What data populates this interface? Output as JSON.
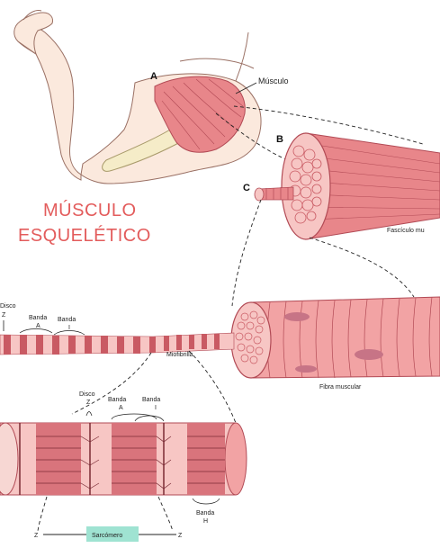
{
  "title": {
    "line1": "MÚSCULO",
    "line2": "ESQUELÉTICO"
  },
  "markers": {
    "a": "A",
    "b": "B",
    "c": "C"
  },
  "labels": {
    "musculo": "Músculo",
    "fasciculo": "Fascículo mu",
    "miofibrilla": "Miofibrilla",
    "fibra": "Fibra muscular",
    "disco_left": "Disco",
    "z_left": "Z",
    "banda_a_top": "Banda",
    "banda_a_top_letter": "A",
    "banda_i_top": "Banda",
    "banda_i_top_letter": "I",
    "disco_mid": "Disco",
    "z_mid": "Z",
    "banda_a_mid": "Banda",
    "banda_a_mid_letter": "A",
    "banda_i_mid": "Banda",
    "banda_i_mid_letter": "I",
    "banda_h": "Banda",
    "banda_h_letter": "H",
    "z_bottom_left": "Z",
    "z_bottom_right": "Z",
    "sarcomero": "Sarcómero"
  },
  "colors": {
    "muscle": "#e8868a",
    "muscle_dark": "#c95a63",
    "muscle_light": "#f7c6c4",
    "skin": "#fbe9dd",
    "bone": "#f5ecc8",
    "title": "#e35c5c",
    "sarcomere_box": "#9fe3d2"
  }
}
